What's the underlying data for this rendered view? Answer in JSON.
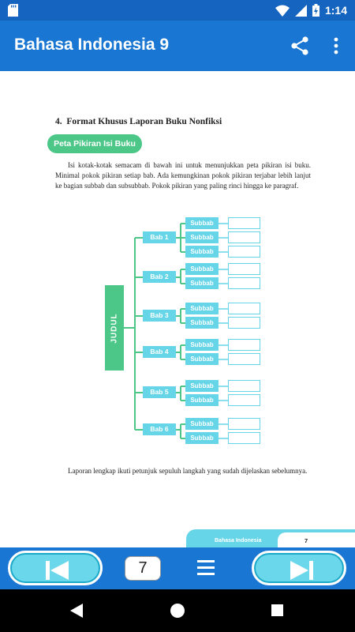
{
  "status": {
    "time": "1:14"
  },
  "appbar": {
    "title": "Bahasa Indonesia 9",
    "share_icon": "share-icon",
    "more_icon": "more-vert-icon"
  },
  "colors": {
    "appbar": "#1976d2",
    "statusbar": "#1565c0",
    "green": "#4cc788",
    "cyan": "#66d5e8"
  },
  "page": {
    "section_title": "4.  Format Khusus Laporan Buku Nonfiksi",
    "pill": "Peta Pikiran Isi Buku",
    "paragraph1": "Isi kotak-kotak semacam di bawah ini untuk menunjukkan peta pikiran isi buku. Minimal pokok pikiran setiap bab. Ada kemungkinan pokok pikiran terjabar lebih lanjut ke bagian subbab dan subsubbab. Pokok pikiran yang paling rinci hingga ke paragraf.",
    "paragraph2": "Laporan lengkap ikuti petunjuk sepuluh langkah yang sudah dijelaskan sebelumnya.",
    "footer_book": "Bahasa Indonesia",
    "footer_page": "7"
  },
  "diagram": {
    "root": "JUDUL",
    "chapters": [
      {
        "label": "Bab 1",
        "subs": [
          "Subbab",
          "Subbab",
          "Subbab"
        ]
      },
      {
        "label": "Bab 2",
        "subs": [
          "Subbab",
          "Subbab"
        ]
      },
      {
        "label": "Bab 3",
        "subs": [
          "Subbab",
          "Subbab"
        ]
      },
      {
        "label": "Bab 4",
        "subs": [
          "Subbab",
          "Subbab"
        ]
      },
      {
        "label": "Bab 5",
        "subs": [
          "Subbab",
          "Subbab"
        ]
      },
      {
        "label": "Bab 6",
        "subs": [
          "Subbab",
          "Subbab"
        ]
      }
    ]
  },
  "navbar": {
    "page_number": "7"
  }
}
